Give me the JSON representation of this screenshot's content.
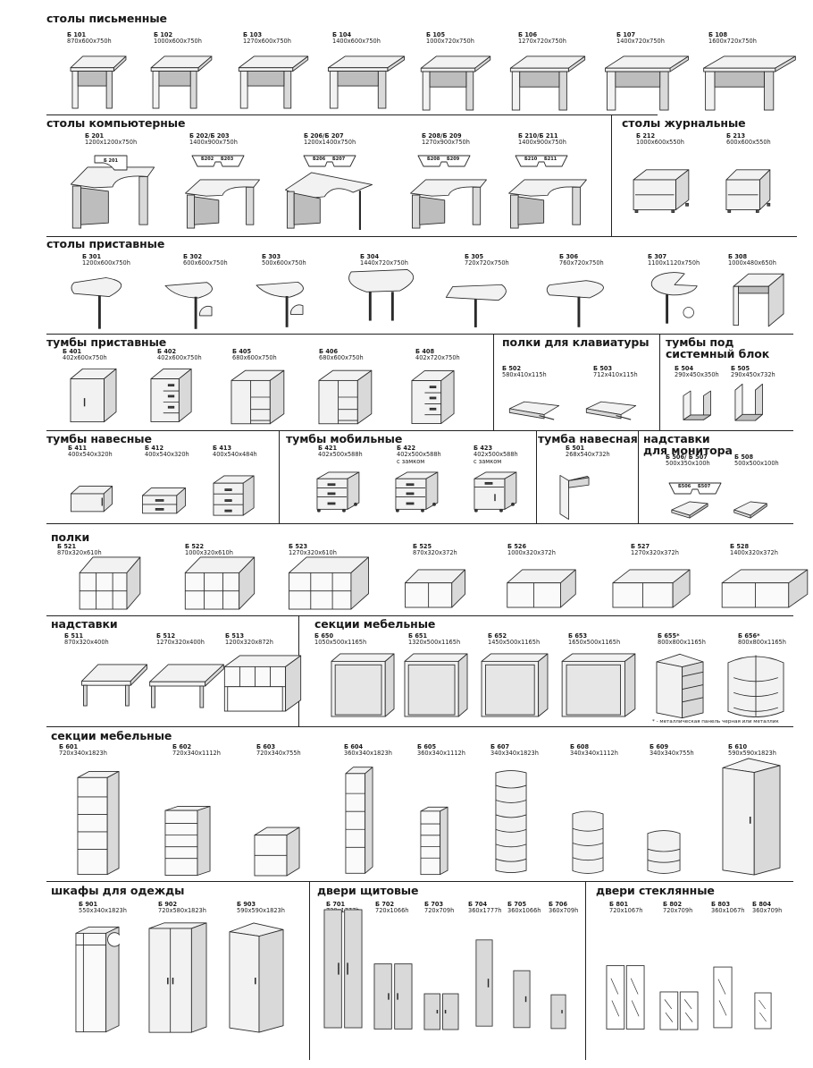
{
  "sections": [
    {
      "title": "столы письменные",
      "items": [
        {
          "code": "Б 101",
          "dim": "870x600x750h"
        },
        {
          "code": "Б 102",
          "dim": "1000x600x750h"
        },
        {
          "code": "Б 103",
          "dim": "1270x600x750h"
        },
        {
          "code": "Б 104",
          "dim": "1400x600x750h"
        },
        {
          "code": "Б 105",
          "dim": "1000x720x750h"
        },
        {
          "code": "Б 106",
          "dim": "1270x720x750h"
        },
        {
          "code": "Б 107",
          "dim": "1400x720x750h"
        },
        {
          "code": "Б 108",
          "dim": "1600x720x750h"
        }
      ]
    },
    {
      "title": "столы компьютерные",
      "items": [
        {
          "code": "Б 201",
          "dim": "1200x1200x750h"
        },
        {
          "code": "Б 202/Б 203",
          "dim": "1400x900x750h"
        },
        {
          "code": "Б 206/Б 207",
          "dim": "1200x1400x750h"
        },
        {
          "code": "Б 208/Б 209",
          "dim": "1270x900x750h"
        },
        {
          "code": "Б 210/Б 211",
          "dim": "1400x900x750h"
        }
      ],
      "plan_labels": [
        "Б 201",
        "Б202",
        "Б203",
        "Б206",
        "Б207",
        "Б208",
        "Б209",
        "Б210",
        "Б211"
      ]
    },
    {
      "title": "столы журнальные",
      "items": [
        {
          "code": "Б 212",
          "dim": "1000x600x550h"
        },
        {
          "code": "Б 213",
          "dim": "600x600x550h"
        }
      ]
    },
    {
      "title": "столы приставные",
      "items": [
        {
          "code": "Б 301",
          "dim": "1200x600x750h"
        },
        {
          "code": "Б 302",
          "dim": "600x600x750h"
        },
        {
          "code": "Б 303",
          "dim": "500x600x750h"
        },
        {
          "code": "Б 304",
          "dim": "1440x720x750h"
        },
        {
          "code": "Б 305",
          "dim": "720x720x750h"
        },
        {
          "code": "Б 306",
          "dim": "760x720x750h"
        },
        {
          "code": "Б 307",
          "dim": "1100x1120x750h"
        },
        {
          "code": "Б 308",
          "dim": "1000x480x650h"
        }
      ]
    },
    {
      "title": "тумбы приставные",
      "items": [
        {
          "code": "Б 401",
          "dim": "402x600x750h"
        },
        {
          "code": "Б 402",
          "dim": "402x600x750h"
        },
        {
          "code": "Б 405",
          "dim": "680x600x750h"
        },
        {
          "code": "Б 406",
          "dim": "680x600x750h"
        },
        {
          "code": "Б 408",
          "dim": "402x720x750h"
        }
      ]
    },
    {
      "title": "полки для клавиатуры",
      "items": [
        {
          "code": "Б 502",
          "dim": "580x410x115h"
        },
        {
          "code": "Б 503",
          "dim": "712x410x115h"
        }
      ]
    },
    {
      "title": [
        "тумбы под",
        "системный блок"
      ],
      "items": [
        {
          "code": "Б 504",
          "dim": "290x450x350h"
        },
        {
          "code": "Б 505",
          "dim": "290x450x732h"
        }
      ]
    },
    {
      "title": "тумбы навесные",
      "items": [
        {
          "code": "Б 411",
          "dim": "400x540x320h"
        },
        {
          "code": "Б 412",
          "dim": "400x540x320h"
        },
        {
          "code": "Б 413",
          "dim": "400x540x484h"
        }
      ]
    },
    {
      "title": "тумбы мобильные",
      "items": [
        {
          "code": "Б 421",
          "dim": "402x500x588h"
        },
        {
          "code": "Б 422",
          "dim": "402x500x588h",
          "note": "с замком"
        },
        {
          "code": "Б 423",
          "dim": "402x500x588h",
          "note": "с замком"
        }
      ]
    },
    {
      "title": "тумба навесная",
      "items": [
        {
          "code": "Б 501",
          "dim": "268x540x732h"
        }
      ]
    },
    {
      "title": [
        "надставки",
        "для монитора"
      ],
      "items": [
        {
          "code": "Б 506/ Б 507",
          "dim": "500x350x100h"
        },
        {
          "code": "Б 508",
          "dim": "500x500x100h"
        }
      ],
      "plan_labels": [
        "Б506",
        "Б507"
      ]
    },
    {
      "title": "полки",
      "items": [
        {
          "code": "Б 521",
          "dim": "870x320x610h"
        },
        {
          "code": "Б 522",
          "dim": "1000x320x610h"
        },
        {
          "code": "Б 523",
          "dim": "1270x320x610h"
        },
        {
          "code": "Б 525",
          "dim": "870x320x372h"
        },
        {
          "code": "Б 526",
          "dim": "1000x320x372h"
        },
        {
          "code": "Б 527",
          "dim": "1270x320x372h"
        },
        {
          "code": "Б 528",
          "dim": "1400x320x372h"
        }
      ]
    },
    {
      "title": "надставки",
      "items": [
        {
          "code": "Б 511",
          "dim": "870x320x400h"
        },
        {
          "code": "Б 512",
          "dim": "1270x320x400h"
        },
        {
          "code": "Б 513",
          "dim": "1200x320x872h"
        }
      ]
    },
    {
      "title": "секции мебельные",
      "items": [
        {
          "code": "Б 650",
          "dim": "1050x500x1165h"
        },
        {
          "code": "Б 651",
          "dim": "1320x500x1165h"
        },
        {
          "code": "Б 652",
          "dim": "1450x500x1165h"
        },
        {
          "code": "Б 653",
          "dim": "1650x500x1165h"
        },
        {
          "code": "Б 655*",
          "dim": "800x800x1165h"
        },
        {
          "code": "Б 656*",
          "dim": "800x800x1165h"
        }
      ],
      "footnote": "* - металлическая панель черная или металлик"
    },
    {
      "title": "секции мебельные",
      "items": [
        {
          "code": "Б 601",
          "dim": "720x340x1823h"
        },
        {
          "code": "Б 602",
          "dim": "720x340x1112h"
        },
        {
          "code": "Б 603",
          "dim": "720x340x755h"
        },
        {
          "code": "Б 604",
          "dim": "360x340x1823h"
        },
        {
          "code": "Б 605",
          "dim": "360x340x1112h"
        },
        {
          "code": "Б 607",
          "dim": "340x340x1823h"
        },
        {
          "code": "Б 608",
          "dim": "340x340x1112h"
        },
        {
          "code": "Б 609",
          "dim": "340x340x755h"
        },
        {
          "code": "Б 610",
          "dim": "590x590x1823h"
        }
      ]
    },
    {
      "title": "шкафы для одежды",
      "items": [
        {
          "code": "Б 901",
          "dim": "550x340x1823h"
        },
        {
          "code": "Б 902",
          "dim": "720x580x1823h"
        },
        {
          "code": "Б 903",
          "dim": "590x590x1823h"
        }
      ]
    },
    {
      "title": "двери щитовые",
      "items": [
        {
          "code": "Б 701",
          "dim": "720x1777h"
        },
        {
          "code": "Б 702",
          "dim": "720x1066h"
        },
        {
          "code": "Б 703",
          "dim": "720x709h"
        },
        {
          "code": "Б 704",
          "dim": "360x1777h"
        },
        {
          "code": "Б 705",
          "dim": "360x1066h"
        },
        {
          "code": "Б 706",
          "dim": "360x709h"
        }
      ]
    },
    {
      "title": "двери стеклянные",
      "items": [
        {
          "code": "Б 801",
          "dim": "720x1067h"
        },
        {
          "code": "Б 802",
          "dim": "720x709h"
        },
        {
          "code": "Б 803",
          "dim": "360x1067h"
        },
        {
          "code": "Б 804",
          "dim": "360x709h"
        }
      ]
    }
  ]
}
